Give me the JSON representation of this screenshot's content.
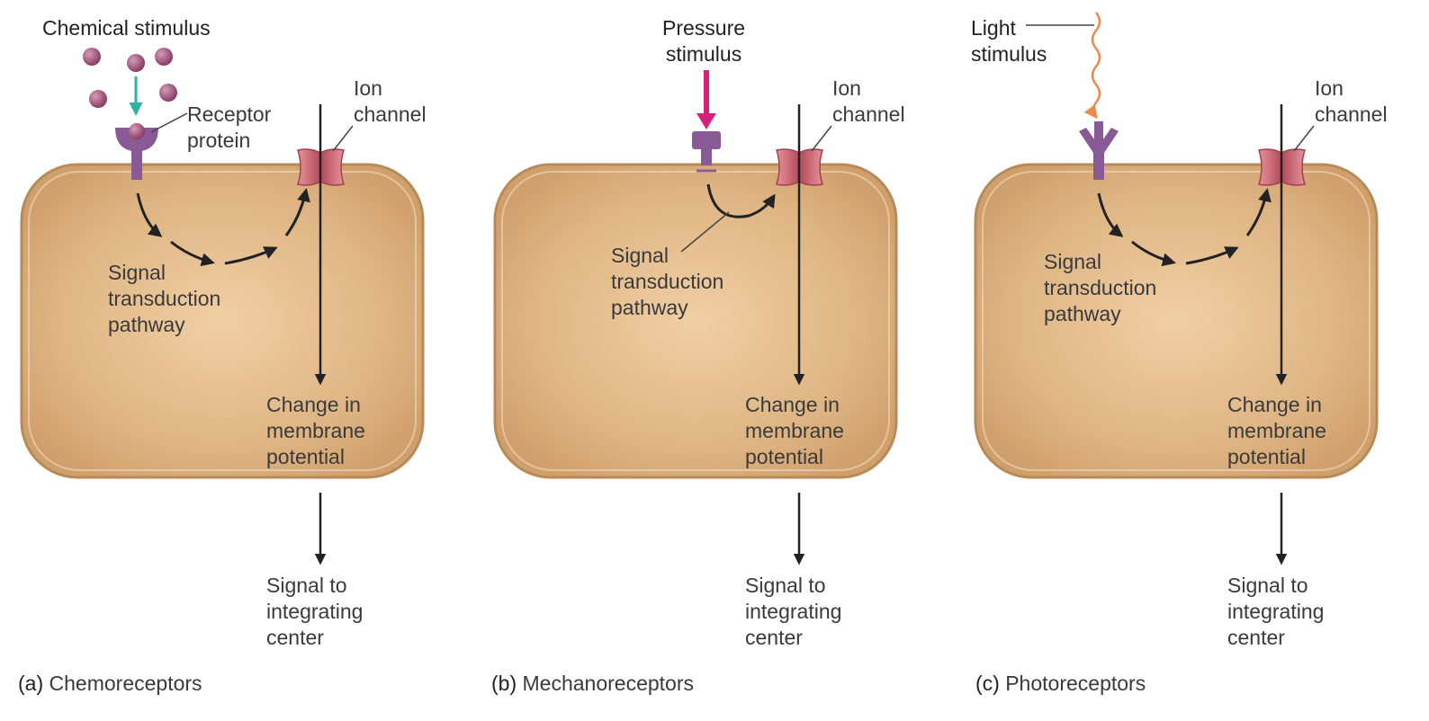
{
  "colors": {
    "cell_fill": "#dcb07e",
    "cell_border": "#b88a57",
    "receptor": "#8a5a96",
    "molecule": "#9c5078",
    "ion_channel": "#d47c86",
    "chemical_arrow": "#2bb5a0",
    "pressure_arrow": "#d2227a",
    "light_wave": "#e88a4e",
    "arrow": "#222222"
  },
  "panels": [
    {
      "stimulus_label": "Chemical stimulus",
      "receptor_label": "Receptor\nprotein",
      "ion_channel_label": "Ion\nchannel",
      "signal_label": "Signal\ntransduction\npathway",
      "membrane_label": "Change in\nmembrane\npotential",
      "output_label": "Signal to\nintegrating\ncenter",
      "caption_letter": "(a)",
      "caption_text": "Chemoreceptors"
    },
    {
      "stimulus_label": "Pressure\nstimulus",
      "ion_channel_label": "Ion\nchannel",
      "signal_label": "Signal\ntransduction\npathway",
      "membrane_label": "Change in\nmembrane\npotential",
      "output_label": "Signal to\nintegrating\ncenter",
      "caption_letter": "(b)",
      "caption_text": "Mechanoreceptors"
    },
    {
      "stimulus_label": "Light\nstimulus",
      "ion_channel_label": "Ion\nchannel",
      "signal_label": "Signal\ntransduction\npathway",
      "membrane_label": "Change in\nmembrane\npotential",
      "output_label": "Signal to\nintegrating\ncenter",
      "caption_letter": "(c)",
      "caption_text": "Photoreceptors"
    }
  ]
}
